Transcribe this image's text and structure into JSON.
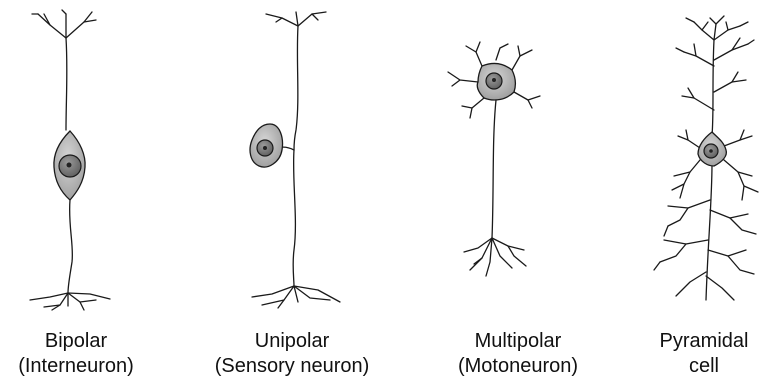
{
  "colors": {
    "stroke": "#1a1a1a",
    "soma_fill": "#b8b8b8",
    "nucleus_fill": "#7a7a7a",
    "nucleolus_fill": "#222222",
    "label_text": "#111111"
  },
  "neurons": [
    {
      "id": "bipolar",
      "label_line1": "Bipolar",
      "label_line2": "(Interneuron)"
    },
    {
      "id": "unipolar",
      "label_line1": "Unipolar",
      "label_line2": "(Sensory neuron)"
    },
    {
      "id": "multipolar",
      "label_line1": "Multipolar",
      "label_line2": "(Motoneuron)"
    },
    {
      "id": "pyramidal",
      "label_line1": "Pyramidal",
      "label_line2": "cell"
    }
  ]
}
